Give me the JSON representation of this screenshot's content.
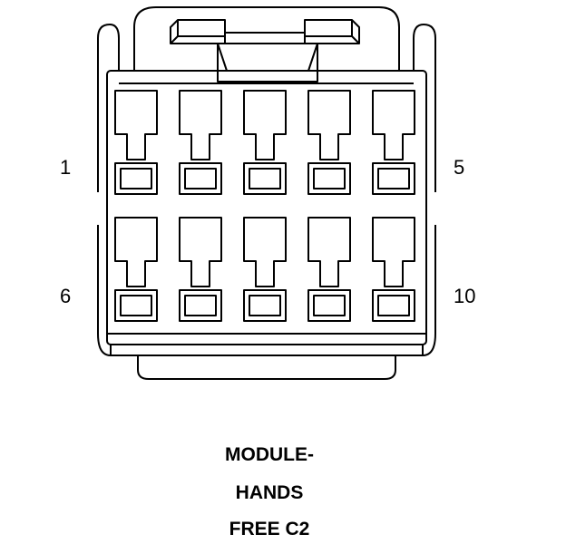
{
  "connector": {
    "pin_labels": {
      "top_left": "1",
      "top_right": "5",
      "bottom_left": "6",
      "bottom_right": "10"
    },
    "rows": 2,
    "pins_per_row": 5
  },
  "caption": {
    "line1": "MODULE-",
    "line2": "HANDS",
    "line3": "FREE C2"
  },
  "colors": {
    "stroke": "#000000",
    "background": "#ffffff"
  }
}
